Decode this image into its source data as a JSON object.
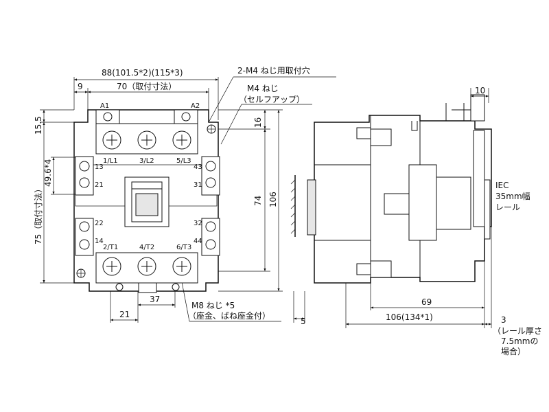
{
  "front": {
    "dim_overall_width": "88(101.5*2)(115*3)",
    "dim_left_offset": "9",
    "dim_mount_width": "70（取付寸法）",
    "dim_top_offset": "15.5",
    "dim_mount_left": "49.6*4",
    "dim_mount_height": "75（取付寸法）",
    "dim_inner_height": "74",
    "dim_total_height": "106",
    "dim_top_terminal": "16",
    "dim_bottom_37": "37",
    "dim_bottom_21": "21",
    "dim_base_5": "5",
    "label_mount_hole": "2-M4 ねじ用取付穴",
    "label_m4_screw": "M4 ねじ",
    "label_self_up": "（セルフアップ）",
    "label_m8_screw": "M8 ねじ  *5",
    "label_washer": "（座金、ばね座金付）",
    "terminals": {
      "a1": "A1",
      "a2": "A2",
      "l1": "1/L1",
      "l2": "3/L2",
      "l3": "5/L3",
      "t1": "2/T1",
      "t2": "4/T2",
      "t3": "6/T3",
      "aux13": "13",
      "aux21": "21",
      "aux22": "22",
      "aux14": "14",
      "aux43": "43",
      "aux31": "31",
      "aux32": "32",
      "aux44": "44"
    }
  },
  "side": {
    "dim_top_10": "10",
    "dim_69": "69",
    "dim_depth": "106(134*1)",
    "dim_rail_3": "3",
    "rail_label_1": "IEC",
    "rail_label_2": "35mm幅",
    "rail_label_3": "レール",
    "rail_note_1": "（レール厚さ",
    "rail_note_2": "7.5mmの",
    "rail_note_3": "場合）"
  }
}
